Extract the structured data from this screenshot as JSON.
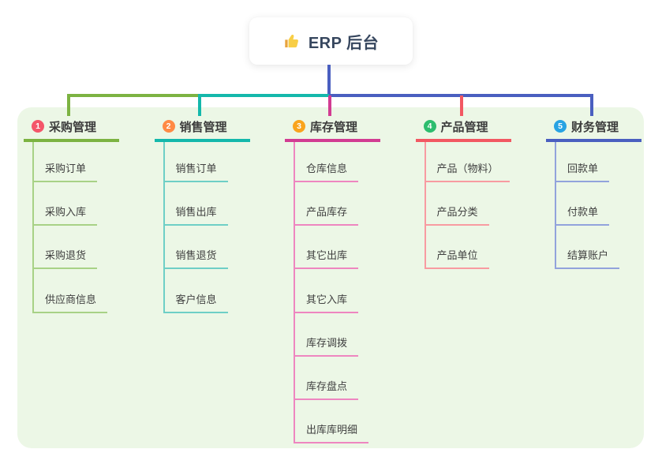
{
  "root": {
    "label": "ERP 后台",
    "icon_name": "thumbs-up"
  },
  "colors": {
    "panel_bg": "#ecf7e6",
    "root_text": "#36465e",
    "root_connector": "#4a5fc0"
  },
  "branches": [
    {
      "num": "1",
      "label": "采购管理",
      "badge_color": "#f4566a",
      "line_color": "#7cb342",
      "sub_color": "#a8d286",
      "items": [
        "采购订单",
        "采购入库",
        "采购退货",
        "供应商信息"
      ]
    },
    {
      "num": "2",
      "label": "销售管理",
      "badge_color": "#ff8a45",
      "line_color": "#14b8ab",
      "sub_color": "#6ecfc6",
      "items": [
        "销售订单",
        "销售出库",
        "销售退货",
        "客户信息"
      ]
    },
    {
      "num": "3",
      "label": "库存管理",
      "badge_color": "#f9a41d",
      "line_color": "#d23c92",
      "sub_color": "#ee86c0",
      "items": [
        "仓库信息",
        "产品库存",
        "其它出库",
        "其它入库",
        "库存调拨",
        "库存盘点",
        "出库库明细"
      ]
    },
    {
      "num": "4",
      "label": "产品管理",
      "badge_color": "#2dbd6e",
      "line_color": "#f25862",
      "sub_color": "#f89ba1",
      "items": [
        "产品（物料）",
        "产品分类",
        "产品单位"
      ]
    },
    {
      "num": "5",
      "label": "财务管理",
      "badge_color": "#28a3e3",
      "line_color": "#4a5fc0",
      "sub_color": "#92a3dc",
      "items": [
        "回款单",
        "付款单",
        "结算账户"
      ]
    }
  ]
}
